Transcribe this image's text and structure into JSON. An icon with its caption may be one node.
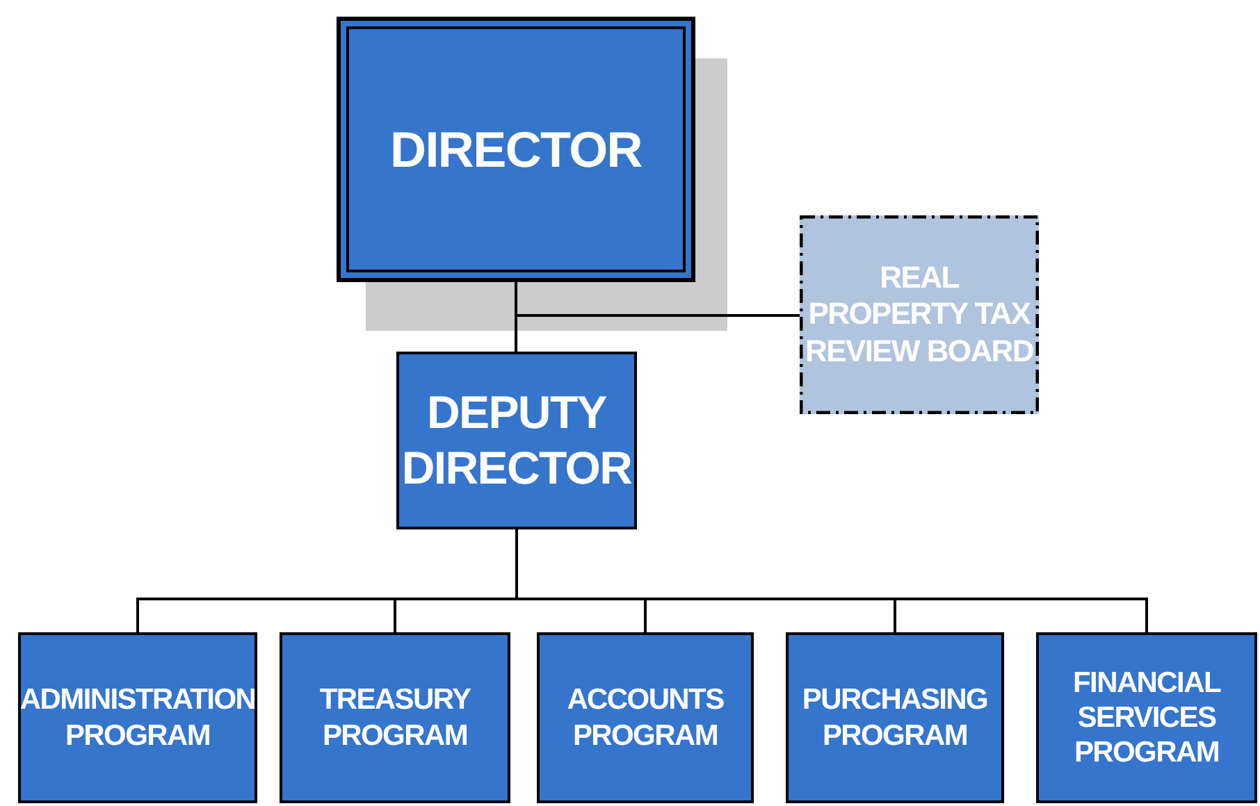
{
  "diagram": {
    "nodes": [
      {
        "text": [
          "DIRECTOR"
        ]
      },
      {
        "text": [
          "REAL PROPERTY TAX REVIEW BOARD"
        ]
      },
      {
        "text": [
          "DEPUTY DIRECTOR"
        ]
      },
      {
        "text": [
          "ADMINISTRATION PROGRAM"
        ]
      },
      {
        "text": [
          "TREASURY PROGRAM"
        ]
      },
      {
        "text": [
          "ACCOUNTS PROGRAM"
        ]
      },
      {
        "text": [
          "PURCHASING PROGRAM"
        ]
      },
      {
        "text": [
          "FINANCIAL SERVICES PROGRAM"
        ]
      }
    ],
    "edges": [
      {
        "from": 0,
        "to": 2,
        "arrow": "none"
      },
      {
        "from": 0,
        "to": 1,
        "arrow": "none"
      },
      {
        "from": 2,
        "to": 3,
        "arrow": "none"
      },
      {
        "from": 2,
        "to": 4,
        "arrow": "none"
      },
      {
        "from": 2,
        "to": 5,
        "arrow": "none"
      },
      {
        "from": 2,
        "to": 6,
        "arrow": "none"
      },
      {
        "from": 2,
        "to": 7,
        "arrow": "none"
      }
    ]
  }
}
